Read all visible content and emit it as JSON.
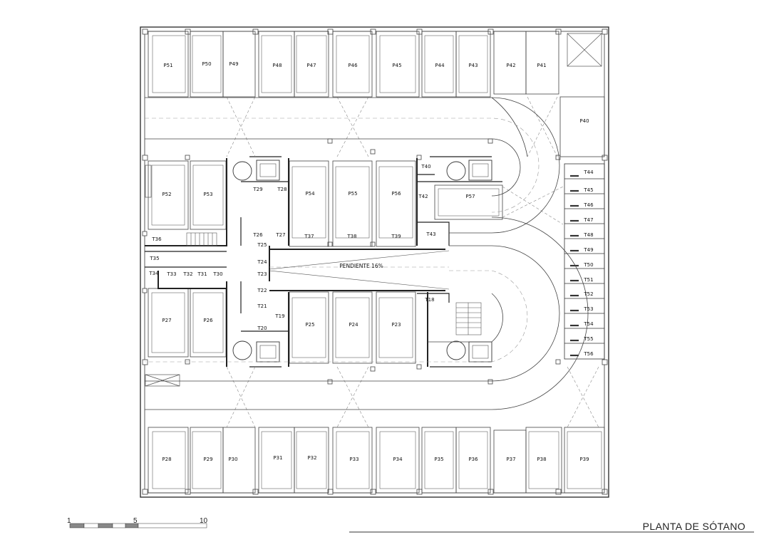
{
  "drawing": {
    "title": "PLANTA DE SÓTANO",
    "slope_label": "PENDIENTE 16%",
    "scale_bar": {
      "labels": [
        "1",
        "5",
        "10"
      ]
    }
  },
  "spaces": {
    "p_top": [
      "P51",
      "P50",
      "P49",
      "P48",
      "P47",
      "P46",
      "P45",
      "P44",
      "P43",
      "P42",
      "P41"
    ],
    "p_bottom": [
      "P28",
      "P29",
      "P30",
      "P31",
      "P32",
      "P33",
      "P34",
      "P35",
      "P36",
      "P37",
      "P38",
      "P39"
    ],
    "p_other": {
      "p40": "P40",
      "p52": "P52",
      "p53": "P53",
      "p54": "P54",
      "p55": "P55",
      "p56": "P56",
      "p57": "P57",
      "p27": "P27",
      "p26": "P26",
      "p25": "P25",
      "p24": "P24",
      "p23": "P23"
    },
    "t_right": [
      "T44",
      "T45",
      "T46",
      "T47",
      "T48",
      "T49",
      "T50",
      "T51",
      "T52",
      "T53",
      "T54",
      "T55",
      "T56"
    ],
    "t_other": {
      "t29": "T29",
      "t28": "T28",
      "t26": "T26",
      "t27": "T27",
      "t25": "T25",
      "t24": "T24",
      "t23": "T23",
      "t22": "T22",
      "t21": "T21",
      "t20": "T20",
      "t19": "T19",
      "t37": "T37",
      "t38": "T38",
      "t39": "T39",
      "t40": "T40",
      "t42": "T42",
      "t43": "T43",
      "t18": "T18",
      "t36": "T36",
      "t35": "T35",
      "t34": "T34",
      "t33": "T33",
      "t32": "T32",
      "t31": "T31",
      "t30": "T30"
    }
  }
}
